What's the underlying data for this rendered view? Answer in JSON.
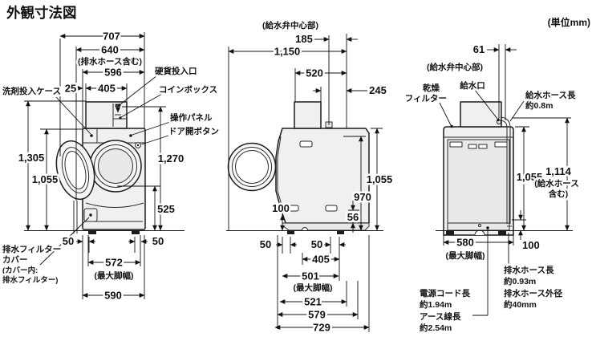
{
  "title": "外観寸法図",
  "unit_note": "(単位mm)",
  "front": {
    "labels": {
      "detergent_case": "洗剤投入ケース",
      "coin_slot": "硬貨投入口",
      "coin_box": "コインボックス",
      "control_panel": "操作パネル",
      "door_open_button": "ドア開ボタン",
      "drain_filter_line1": "排水フィルター",
      "drain_filter_line2": "カバー",
      "drain_filter_line3": "(カバー内:",
      "drain_filter_line4": "排水フィルター)"
    },
    "dims": {
      "d707": "707",
      "d640": "640",
      "d640_note": "(排水ホース含む)",
      "d596": "596",
      "d25": "25",
      "d405": "405",
      "d1305": "1,305",
      "d1055": "1,055",
      "d1270": "1,270",
      "d525": "525",
      "d50_left": "50",
      "d50_right": "50",
      "d572": "572",
      "d572_note": "(最大脚幅)",
      "d590": "590"
    }
  },
  "side": {
    "labels": {
      "valve_center": "(給水弁中心部)"
    },
    "dims": {
      "d185": "185",
      "d1150": "1,150",
      "d520": "520",
      "d245": "245",
      "d1055": "1,055",
      "d970": "970",
      "d56": "56",
      "d100": "100",
      "d50_front": "50",
      "d50_rear": "50",
      "d405": "405",
      "d501": "501",
      "d501_note": "(最大脚幅)",
      "d521": "521",
      "d579": "579",
      "d729": "729"
    }
  },
  "rear": {
    "labels": {
      "valve_center": "(給水弁中心部)",
      "dry_filter_line1": "乾燥",
      "dry_filter_line2": "フィルター",
      "water_inlet": "給水口",
      "supply_hose_line1": "給水ホース長",
      "supply_hose_line2": "約0.8m",
      "hose_incl_line1": "(給水ホース",
      "hose_incl_line2": "含む)",
      "drain_hose_line1": "排水ホース長",
      "drain_hose_line2": "約0.93m",
      "drain_hose_line3": "排水ホース外径",
      "drain_hose_line4": "約40mm",
      "power_line1": "電源コード長",
      "power_line2": "約1.94m",
      "power_line3": "アース線長",
      "power_line4": "約2.54m"
    },
    "dims": {
      "d61": "61",
      "d1055": "1,055",
      "d1114": "1,114",
      "d580": "580",
      "d580_note": "(最大脚幅)",
      "d100": "100"
    }
  },
  "colors": {
    "line": "#1c1c1c",
    "machine_fill": "#f0f0f0",
    "background": "#ffffff"
  }
}
